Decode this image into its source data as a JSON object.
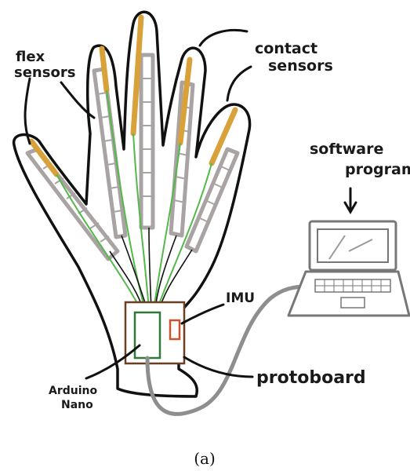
{
  "labels": {
    "flex_line1": "flex",
    "flex_line2": "sensors",
    "contact_line1": "contact",
    "contact_line2": "sensors",
    "software_line1": "software",
    "software_line2": "program",
    "imu": "IMU",
    "protoboard": "protoboard",
    "arduino_line1": "Arduino",
    "arduino_line2": "Nano"
  },
  "caption": "(a)",
  "colors": {
    "outline": "#111111",
    "flex_sensor": "#a9a3a3",
    "contact_sensor": "#d9a13a",
    "wire": "#55b84a",
    "arduino": "#2f7a3a",
    "protoboard": "#6b3f22",
    "imu": "#c9552e",
    "cable": "#8e8e8e",
    "laptop": "#777777"
  }
}
